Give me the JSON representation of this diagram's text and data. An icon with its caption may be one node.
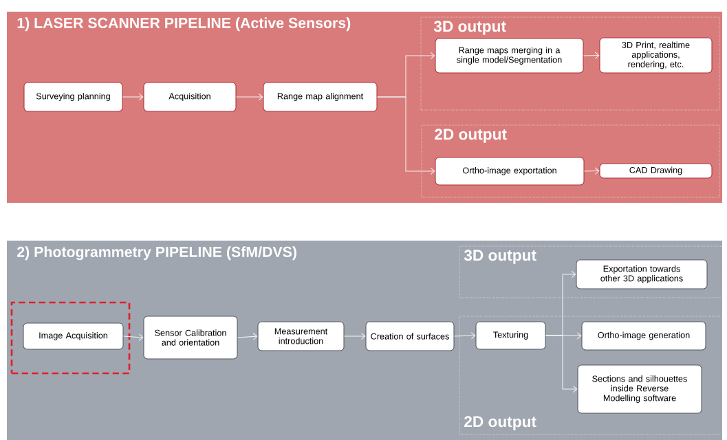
{
  "diagram": {
    "nodes": [
      {
        "text": [
          "1) LASER SCANNER PIPELINE (Active Sensors)"
        ]
      },
      {
        "text": [
          "Surveying planning"
        ],
        "in": 0
      },
      {
        "text": [
          "Acquisition"
        ],
        "in": 0
      },
      {
        "text": [
          "Range map alignment"
        ],
        "in": 0
      },
      {
        "text": [
          "3D output"
        ],
        "in": 0
      },
      {
        "text": [
          "Range maps merging in a single model/Segmentation"
        ],
        "in": 4
      },
      {
        "text": [
          "3D Print, realtime applications, rendering, etc."
        ],
        "in": 4
      },
      {
        "text": [
          "2D output"
        ],
        "in": 0
      },
      {
        "text": [
          "Ortho-image exportation"
        ],
        "in": 7
      },
      {
        "text": [
          "CAD Drawing"
        ],
        "in": 7
      },
      {
        "text": [
          "2) Photogrammetry PIPELINE (SfM/DVS)"
        ]
      },
      {
        "text": [],
        "shape": "box",
        "in": 10
      },
      {
        "text": [
          "Image Acquisition"
        ],
        "in": 11
      },
      {
        "text": [
          "Sensor Calibration and orientation"
        ],
        "in": 10
      },
      {
        "text": [
          "Measurement introduction"
        ],
        "in": 10
      },
      {
        "text": [
          "Creation of surfaces"
        ],
        "in": 10
      },
      {
        "text": [
          "3D output"
        ],
        "in": 10
      },
      {
        "text": [
          "Exportation towards other 3D applications"
        ],
        "in": 16
      },
      {
        "text": [
          "2D output"
        ],
        "in": 10
      },
      {
        "text": [
          "Texturing"
        ],
        "in": 18
      },
      {
        "text": [
          "Ortho-image generation"
        ],
        "in": 18
      },
      {
        "text": [
          "Sections and silhouettes inside Reverse Modelling software"
        ],
        "in": 18
      }
    ],
    "edges": [
      {
        "from": 1,
        "to": 2,
        "arrow": "to"
      },
      {
        "from": 2,
        "to": 3,
        "arrow": "to"
      },
      {
        "from": 3,
        "to": 5,
        "arrow": "to"
      },
      {
        "from": 3,
        "to": 8,
        "arrow": "to"
      },
      {
        "from": 5,
        "to": 6,
        "arrow": "to"
      },
      {
        "from": 8,
        "to": 9,
        "arrow": "to"
      },
      {
        "from": 12,
        "to": 13,
        "arrow": "to"
      },
      {
        "from": 13,
        "to": 14,
        "arrow": "to"
      },
      {
        "from": 14,
        "to": 15,
        "arrow": "to"
      },
      {
        "from": 15,
        "to": 19,
        "arrow": "to"
      },
      {
        "from": 19,
        "to": 17,
        "arrow": "to"
      },
      {
        "from": 19,
        "to": 20,
        "arrow": "to"
      },
      {
        "from": 19,
        "to": 21,
        "arrow": "to"
      }
    ]
  }
}
